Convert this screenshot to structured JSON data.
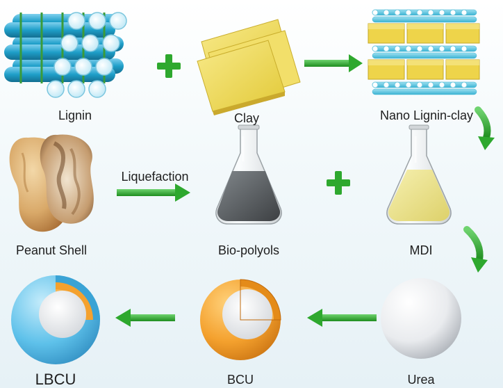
{
  "diagram": {
    "steps": {
      "lignin": "Lignin",
      "clay": "Clay",
      "nano_lignin_clay": "Nano Lignin-clay",
      "peanut_shell": "Peanut Shell",
      "bio_polyols": "Bio-polyols",
      "mdi": "MDI",
      "urea": "Urea",
      "bcu": "BCU",
      "lbcu": "LBCU"
    },
    "process_label": "Liquefaction",
    "colors": {
      "arrow_green": "#2ea82e",
      "clay_yellow": "#ecd84e",
      "fiber_blue": "#1f9fc9",
      "fiber_green": "#3a9b3a",
      "bio_polyol_gray": "#5a5d60",
      "mdi_yellow": "#eee58a",
      "bcu_orange": "#f4a12e",
      "lbcu_blue": "#5ec1ea"
    }
  }
}
